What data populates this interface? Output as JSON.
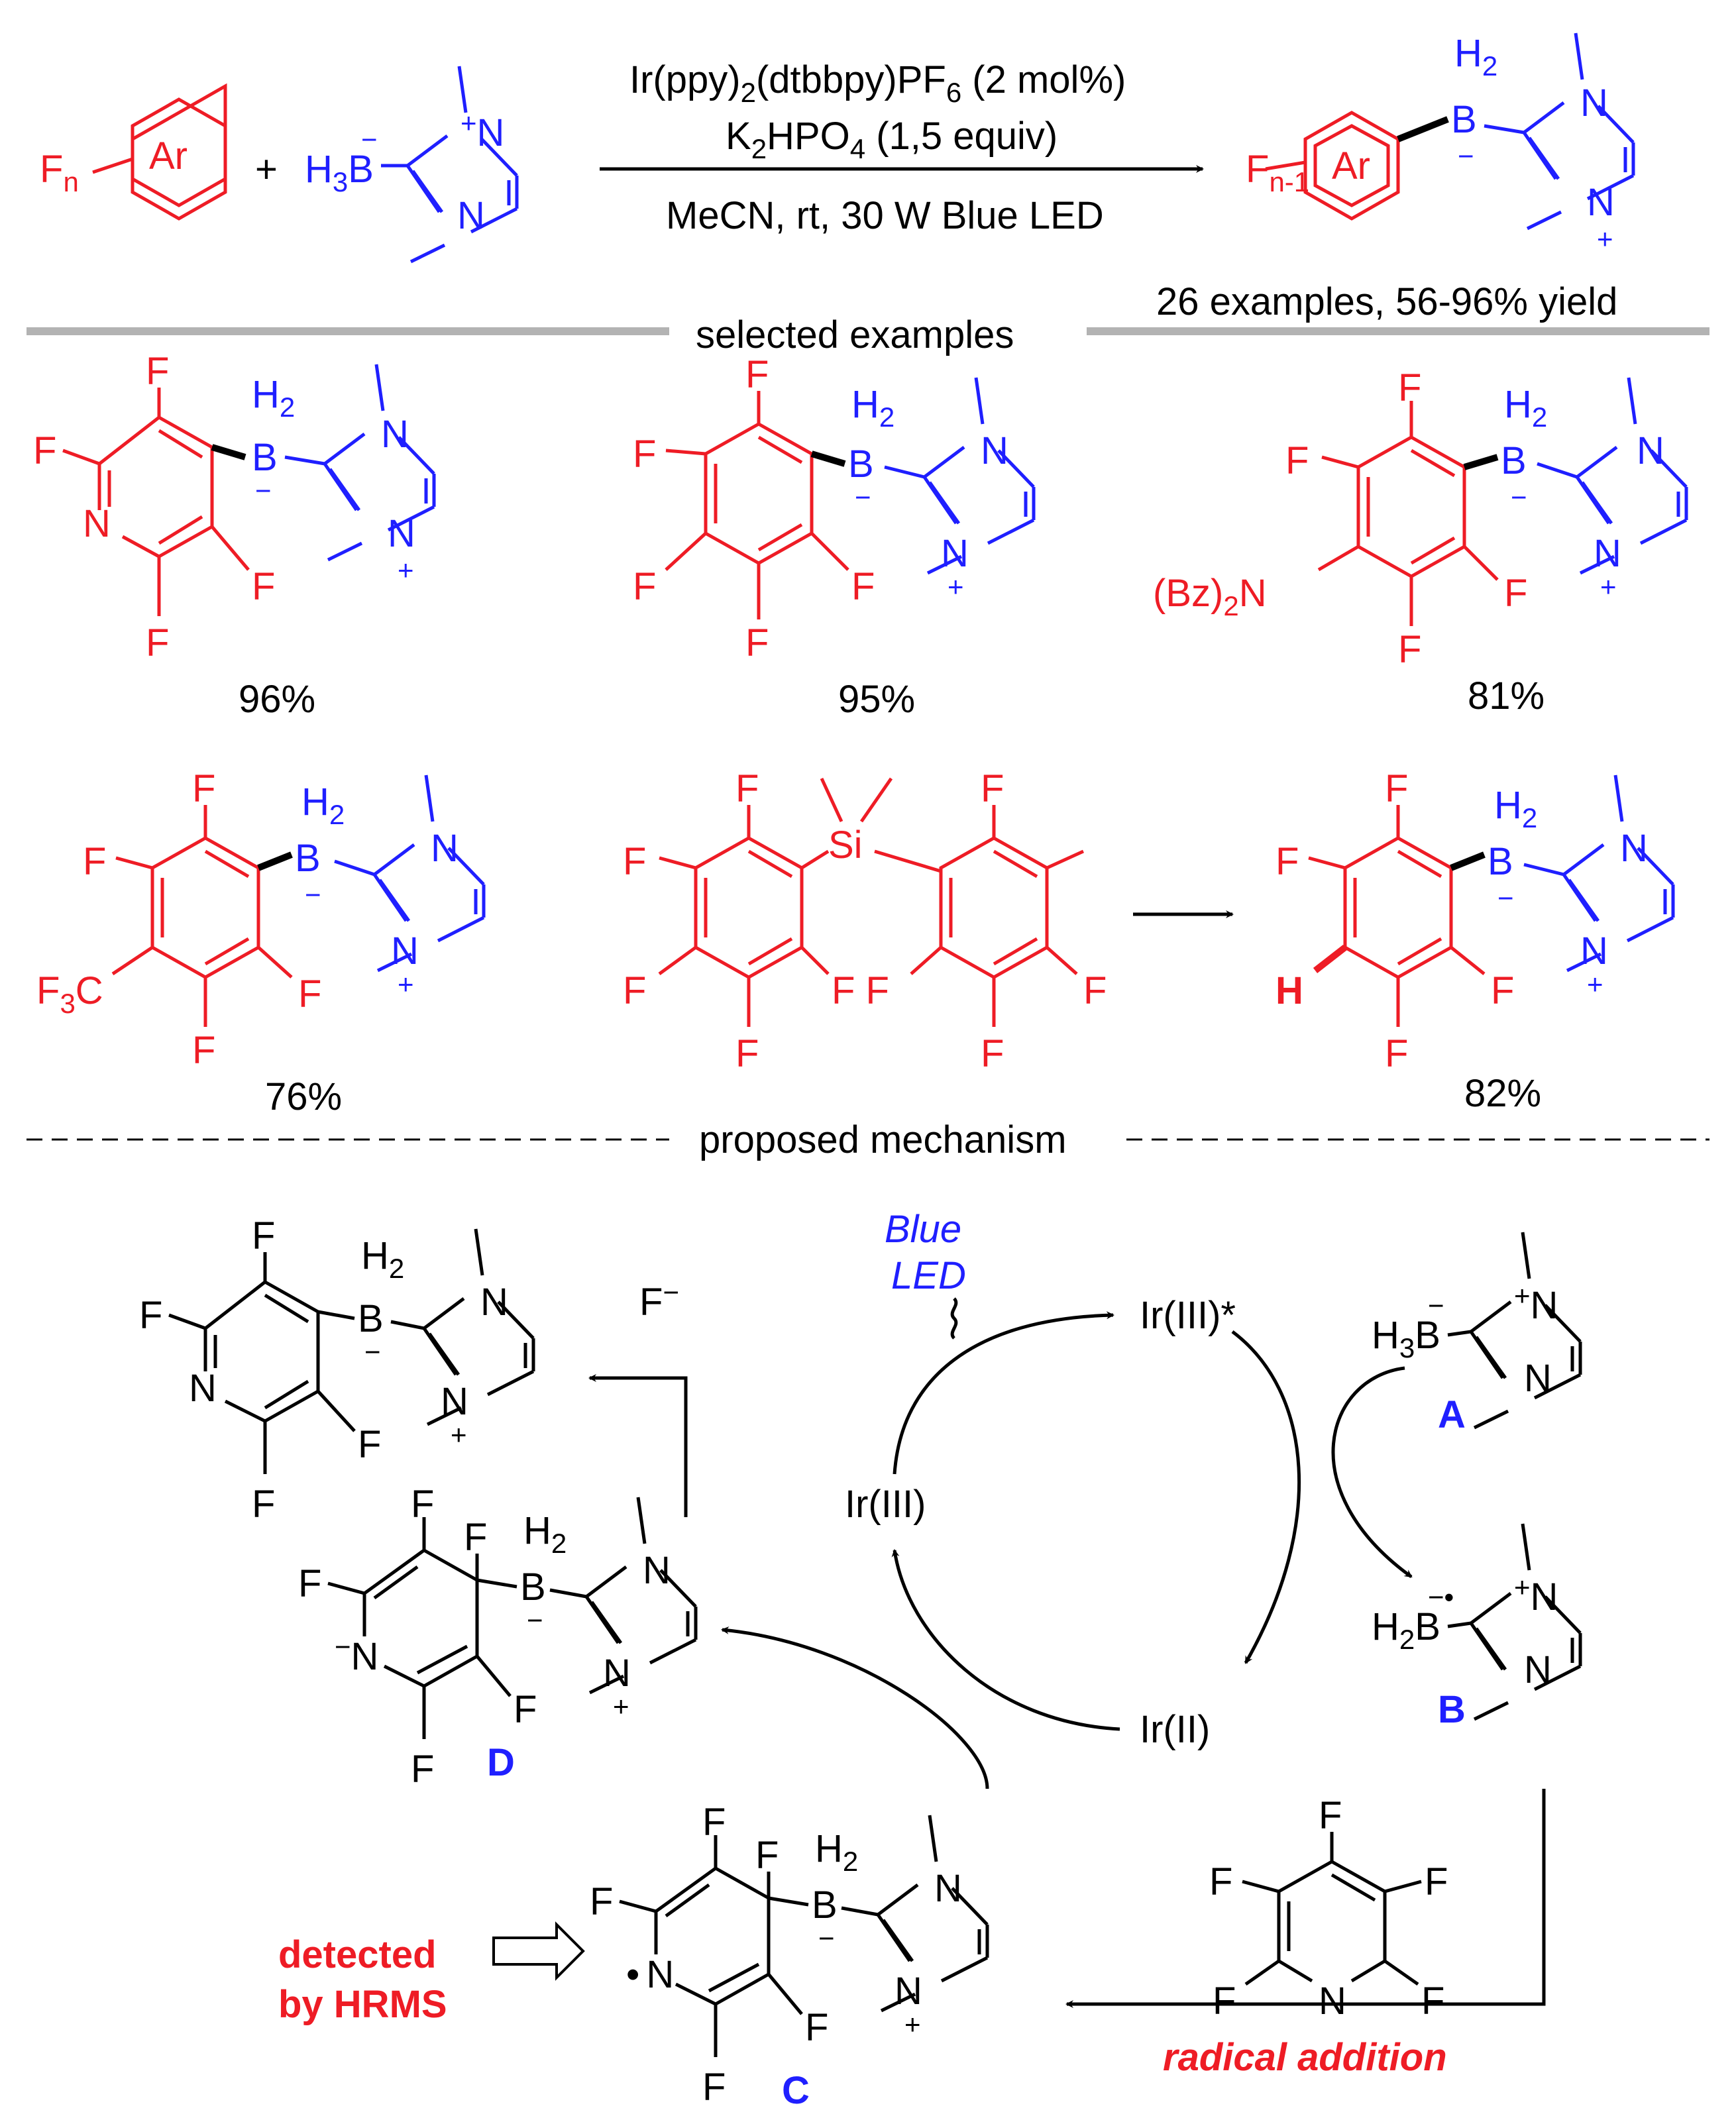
{
  "scheme": {
    "reagent_line1": "Ir(ppy)2(dtbbpy)PF6 (2 mol%)",
    "reagent_line2": "K2HPO4 (1,5 equiv)",
    "conditions": "MeCN, rt, 30 W Blue LED",
    "scope_summary": "26 examples, 56-96% yield",
    "plus": "+",
    "reactant_label": "Fn",
    "product_label": "Fn-1",
    "ar": "Ar"
  },
  "section_titles": {
    "examples": "selected examples",
    "mechanism": "proposed mechanism"
  },
  "yields": [
    "96%",
    "95%",
    "81%",
    "76%",
    "82%"
  ],
  "atoms": {
    "F": "F",
    "N": "N",
    "B": "B",
    "H": "H",
    "H2": "H",
    "Si": "Si",
    "Bz2N": "(Bz)2N",
    "F3C": "F3C",
    "H3B": "H3B",
    "H2B": "H2B"
  },
  "mechanism": {
    "light": [
      "Blue",
      "LED"
    ],
    "ir3star": "Ir(III)*",
    "ir3": "Ir(III)",
    "ir2": "Ir(II)",
    "fluoride": "F",
    "label_A": "A",
    "label_B": "B",
    "label_C": "C",
    "label_D": "D",
    "detected": [
      "detected",
      "by HRMS"
    ],
    "radical_addition": "radical addition"
  },
  "colors": {
    "substrate": "#ee1c25",
    "borane": "#1f1fff",
    "text": "#000000"
  }
}
